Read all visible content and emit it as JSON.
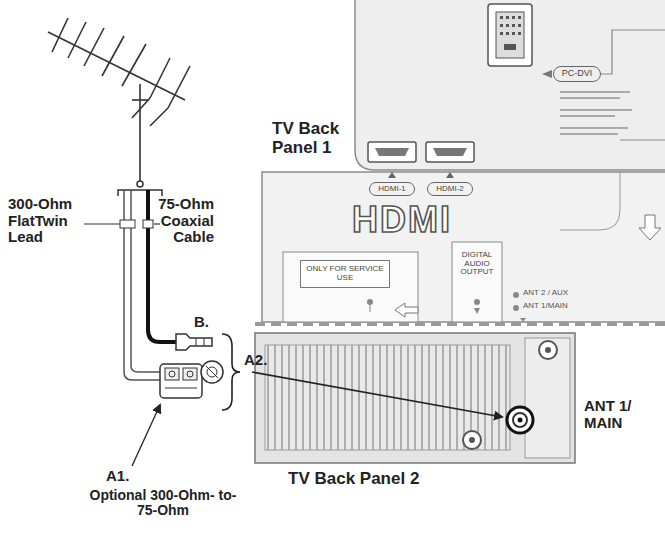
{
  "diagram": {
    "nodes": [
      {
        "text": [
          "PC-DVI"
        ]
      },
      {
        "text": [
          "HDMI-1"
        ]
      },
      {
        "text": [
          "HDMI-2"
        ]
      },
      {
        "text": [
          "ONLY FOR SERVICE USE"
        ]
      },
      {
        "text": [
          "DIGITAL AUDIO OUTPUT"
        ]
      }
    ],
    "labels": [
      "TV Back Panel 1",
      "300-Ohm FlatTwin Lead",
      "75-Ohm Coaxial Cable",
      "B.",
      "A2.",
      "ANT 1/ MAIN",
      "TV Back Panel 2",
      "A1.",
      "Optional 300-Ohm- to-75-Ohm",
      "HDMI",
      "ANT 2 / AUX",
      "ANT 1/MAIN"
    ]
  }
}
